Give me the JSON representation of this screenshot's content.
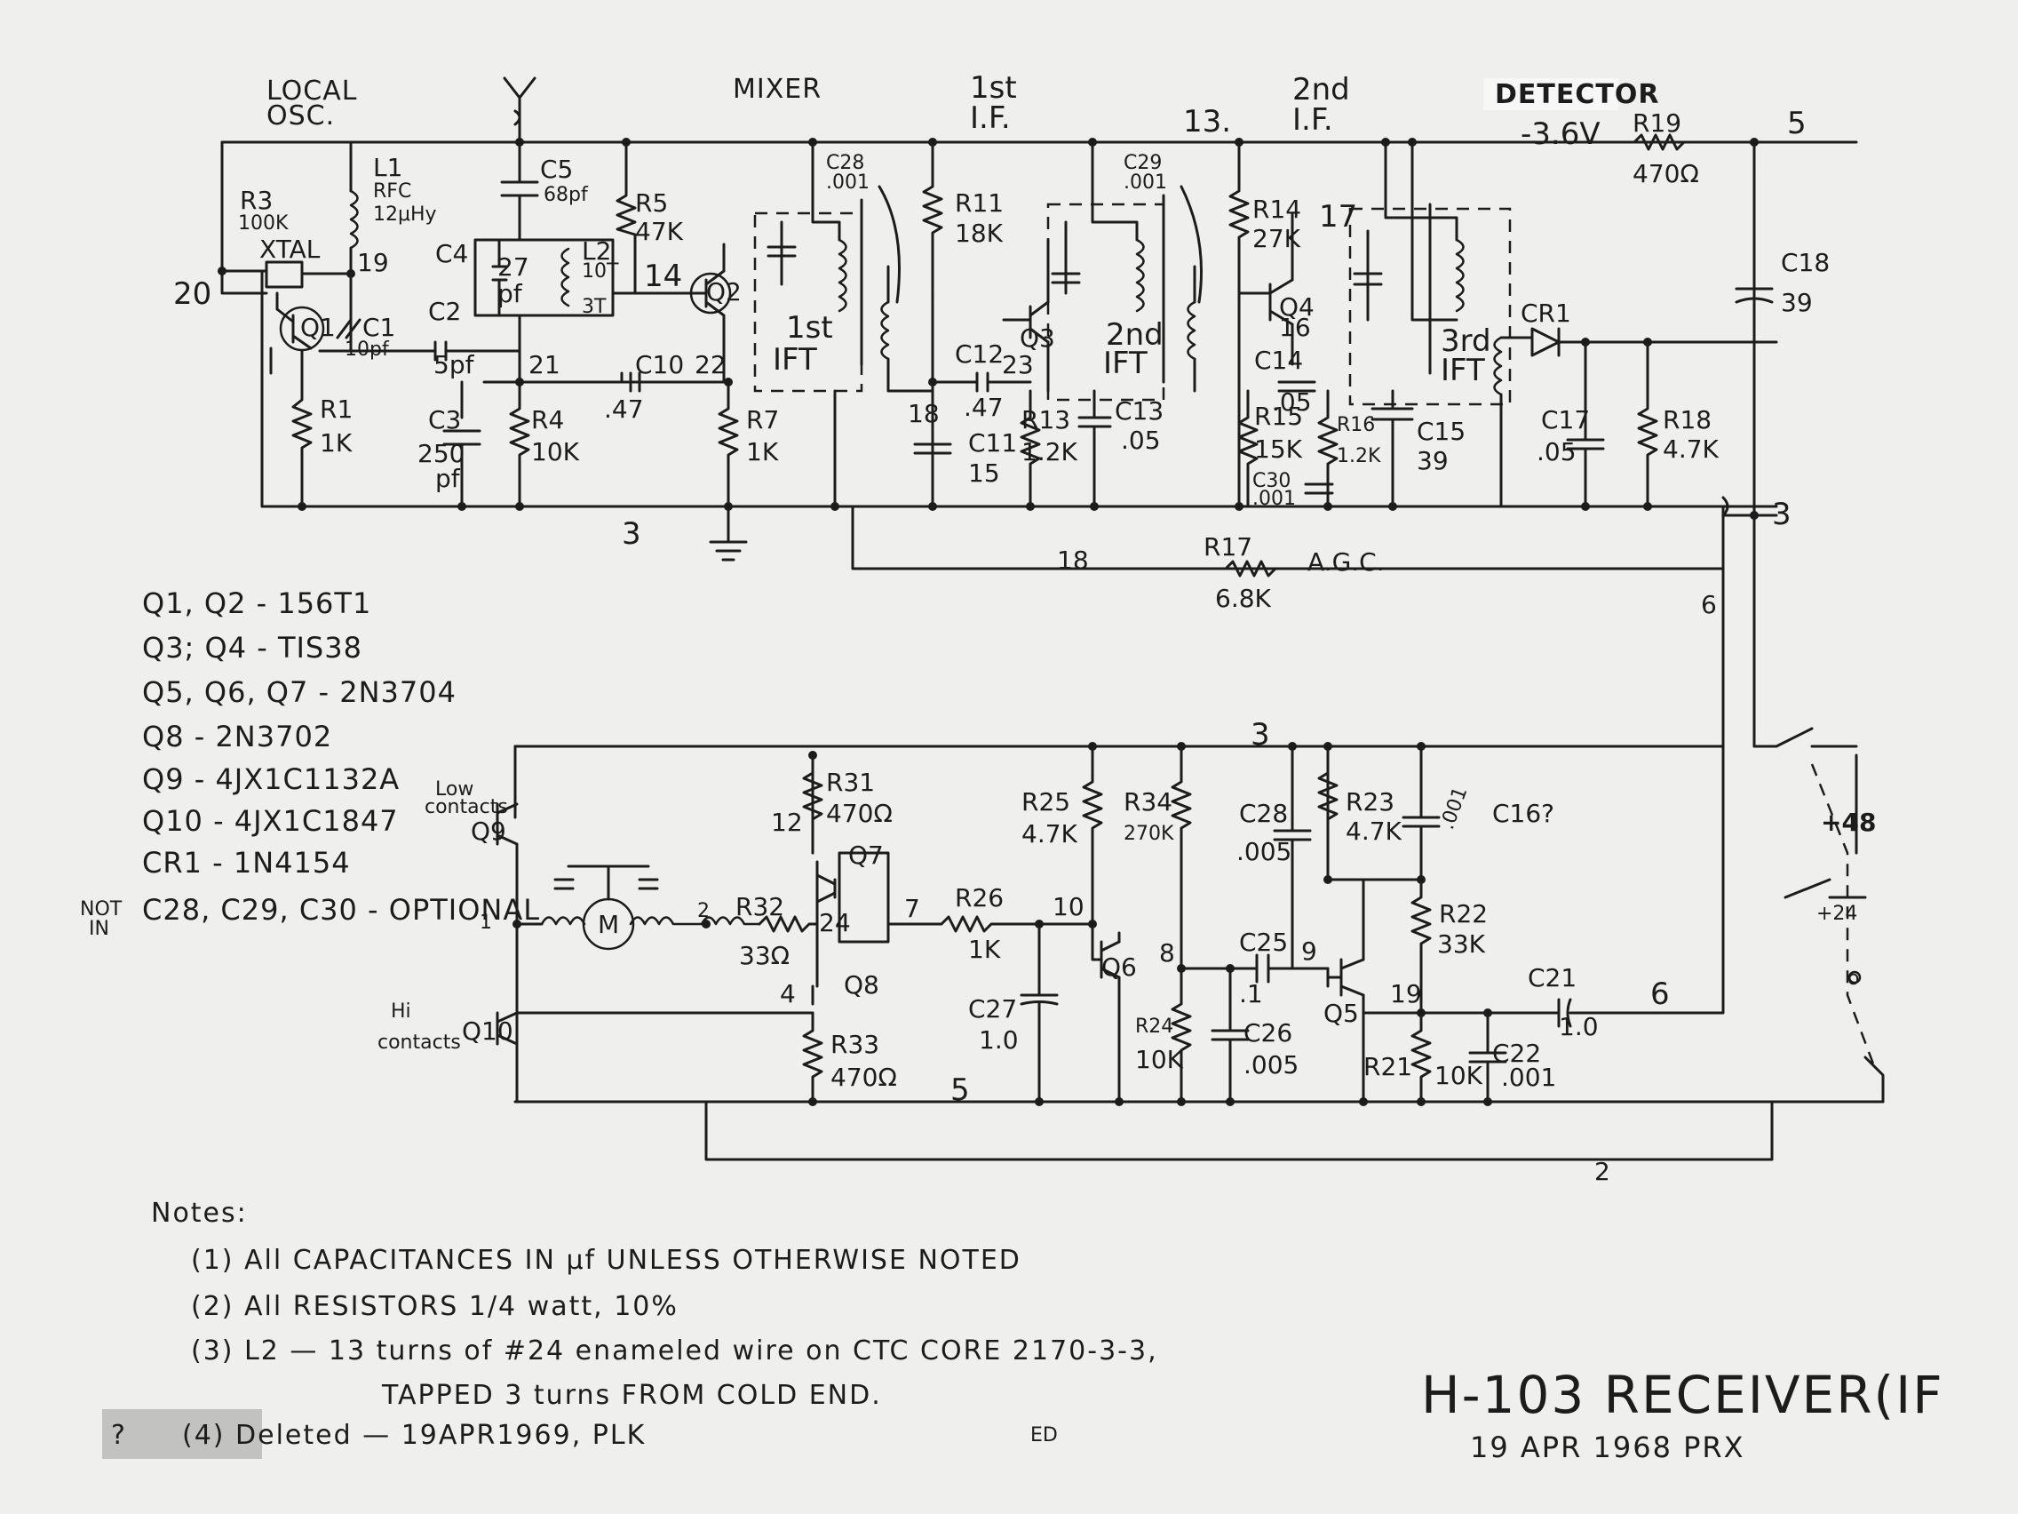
{
  "headers": {
    "local_osc": [
      "LOCAL",
      "OSC."
    ],
    "mixer": "MIXER",
    "if1": [
      "1st",
      "I.F."
    ],
    "if2": [
      "2nd",
      "I.F."
    ],
    "detector": "DETECTOR",
    "node13": "13.",
    "supply_voltage": "-3.6V",
    "node5_top": "5"
  },
  "components": {
    "R3": [
      "R3",
      "100K"
    ],
    "L1": [
      "L1",
      "RFC",
      "12μHy"
    ],
    "C5": [
      "C5",
      "68pf"
    ],
    "R5": [
      "R5",
      "47K"
    ],
    "C28": [
      "C28",
      ".001"
    ],
    "R11": [
      "R11",
      "18K"
    ],
    "C29": [
      "C29",
      ".001"
    ],
    "R14": [
      "R14",
      "27K"
    ],
    "R19": [
      "R19",
      "470Ω"
    ],
    "C18": [
      "C18",
      "39"
    ],
    "XTAL": "XTAL",
    "C4": "C4",
    "C4v": [
      "27",
      "pf"
    ],
    "L2": [
      "L2",
      "10T",
      "3T"
    ],
    "Q1": "Q1",
    "C1": [
      "C1",
      "10pf"
    ],
    "C2": [
      "C2",
      "5pf"
    ],
    "Q2": "Q2",
    "IFT1": [
      "1st",
      "IFT"
    ],
    "IFT2": [
      "2nd",
      "IFT"
    ],
    "IFT3": [
      "3rd",
      "IFT"
    ],
    "Q3": "Q3",
    "Q4": "Q4",
    "C12": "C12",
    "C10": [
      "C10",
      ".47"
    ],
    "R1": [
      "R1",
      "1K"
    ],
    "C3": [
      "C3",
      "250",
      "pf"
    ],
    "R4": [
      "R4",
      "10K"
    ],
    "R7": [
      "R7",
      "1K"
    ],
    "C11": [
      "C11",
      "15"
    ],
    "C11b": ".47",
    "R13": [
      "R13",
      "1.2K"
    ],
    "C13": [
      "C13",
      ".05"
    ],
    "C14": [
      "C14",
      ".05"
    ],
    "R15": [
      "R15",
      "15K"
    ],
    "C30": [
      "C30",
      ".001"
    ],
    "R16": [
      "R16",
      "1.2K"
    ],
    "C15": [
      "C15",
      "39"
    ],
    "CR1": "CR1",
    "C17": [
      "C17",
      ".05"
    ],
    "R18": [
      "R18",
      "4.7K"
    ],
    "R17": [
      "R17",
      "6.8K"
    ],
    "AGC": "A.G.C.",
    "R31": [
      "R31",
      "470Ω"
    ],
    "R32": [
      "R32",
      "33Ω"
    ],
    "R33": [
      "R33",
      "470Ω"
    ],
    "Q7": "Q7",
    "Q8": "Q8",
    "Q9": "Q9",
    "Q10": "Q10",
    "Q6": "Q6",
    "Q5": "Q5",
    "R26": [
      "R26",
      "1K"
    ],
    "R25": [
      "R25",
      "4.7K"
    ],
    "R34": [
      "R34",
      "270K"
    ],
    "C28b": [
      "C28",
      ".005"
    ],
    "R23": [
      "R23",
      "4.7K"
    ],
    "C16": [
      ".001",
      "C16?"
    ],
    "R22": [
      "R22",
      "33K"
    ],
    "C27": [
      "C27",
      "1.0"
    ],
    "R24": [
      "R24",
      "10K"
    ],
    "C25": [
      "C25",
      ".1"
    ],
    "C26": [
      "C26",
      ".005"
    ],
    "R21": [
      "R21",
      "10K"
    ],
    "C21": [
      "C21",
      "1.0"
    ],
    "C22": [
      "C22",
      ".001"
    ],
    "motor": "M",
    "low_contacts": [
      "Low",
      "contacts"
    ],
    "hi_contacts": [
      "Hi",
      "contacts"
    ],
    "plus48": "+48",
    "plus24": "+24",
    "switch_o": "o"
  },
  "nodes": [
    "20",
    "19",
    "14",
    "21",
    "22",
    "18",
    "23",
    "16",
    "17",
    "3",
    "3",
    "18",
    "6",
    "3",
    "12",
    "24",
    "7",
    "4",
    "10",
    "8",
    "9",
    "19",
    "6",
    "5",
    "2",
    "1",
    "2"
  ],
  "parts_list": [
    "Q1, Q2 - 156T1",
    "Q3; Q4 - TIS38",
    "Q5, Q6, Q7 - 2N3704",
    "Q8 - 2N3702",
    "Q9 - 4JX1C1132A",
    "Q10 - 4JX1C1847",
    "CR1 - 1N4154",
    "C28, C29, C30 - OPTIONAL"
  ],
  "parts_note": [
    "NOT",
    "IN"
  ],
  "notes": {
    "heading": "Notes:",
    "items": [
      "(1) All CAPACITANCES IN μf UNLESS OTHERWISE NOTED",
      "(2) All RESISTORS 1/4 watt, 10%",
      "(3) L2 — 13 turns of #24 enameled wire on CTC CORE 2170-3-3,",
      "TAPPED 3 turns FROM COLD END.",
      "(4)  Deleted — 19APR1969, PLK"
    ],
    "question_mark": "?",
    "initials": "ED"
  },
  "title": "H-103 RECEIVER(IF",
  "date": "19 APR 1968 PRX"
}
